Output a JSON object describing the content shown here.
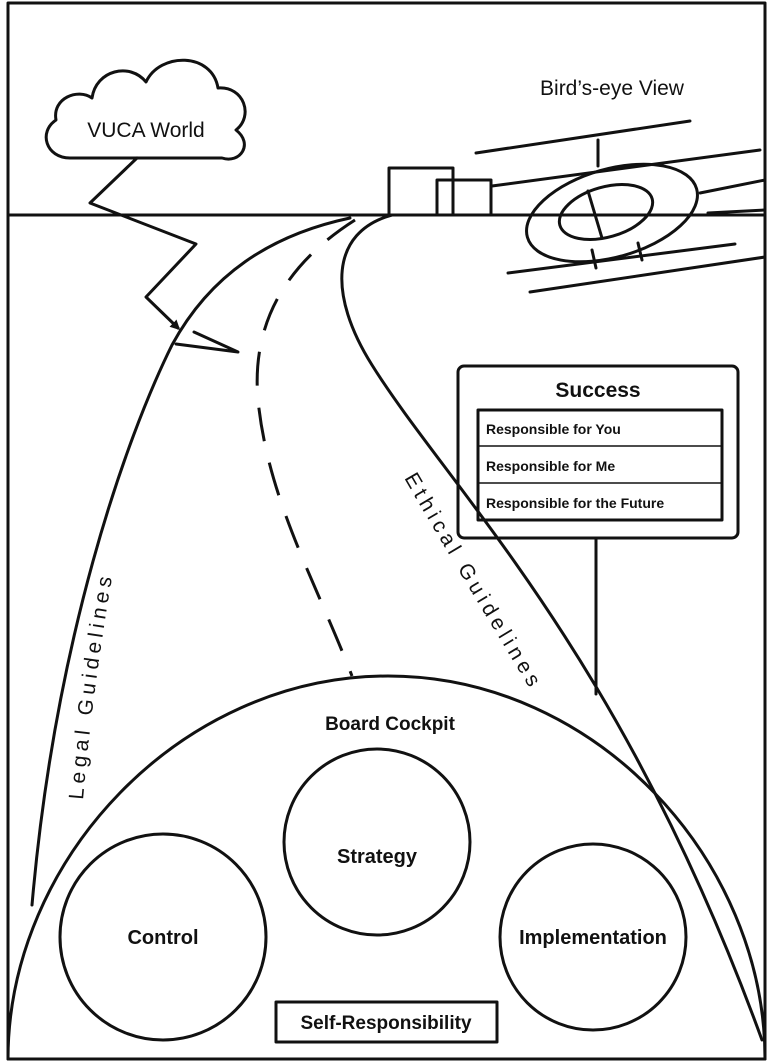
{
  "labels": {
    "vuca": "VUCA World",
    "birds_eye": "Bird’s-eye View",
    "legal": "Legal Guidelines",
    "ethical": "Ethical Guidelines",
    "cockpit": "Board Cockpit",
    "self_responsibility": "Self-Responsibility"
  },
  "success": {
    "title": "Success",
    "items": [
      "Responsible for You",
      "Responsible for Me",
      "Responsible for the Future"
    ]
  },
  "cockpit_circles": {
    "control": "Control",
    "strategy": "Strategy",
    "implementation": "Implementation"
  },
  "colors": {
    "ink": "#111111",
    "background": "#ffffff"
  }
}
